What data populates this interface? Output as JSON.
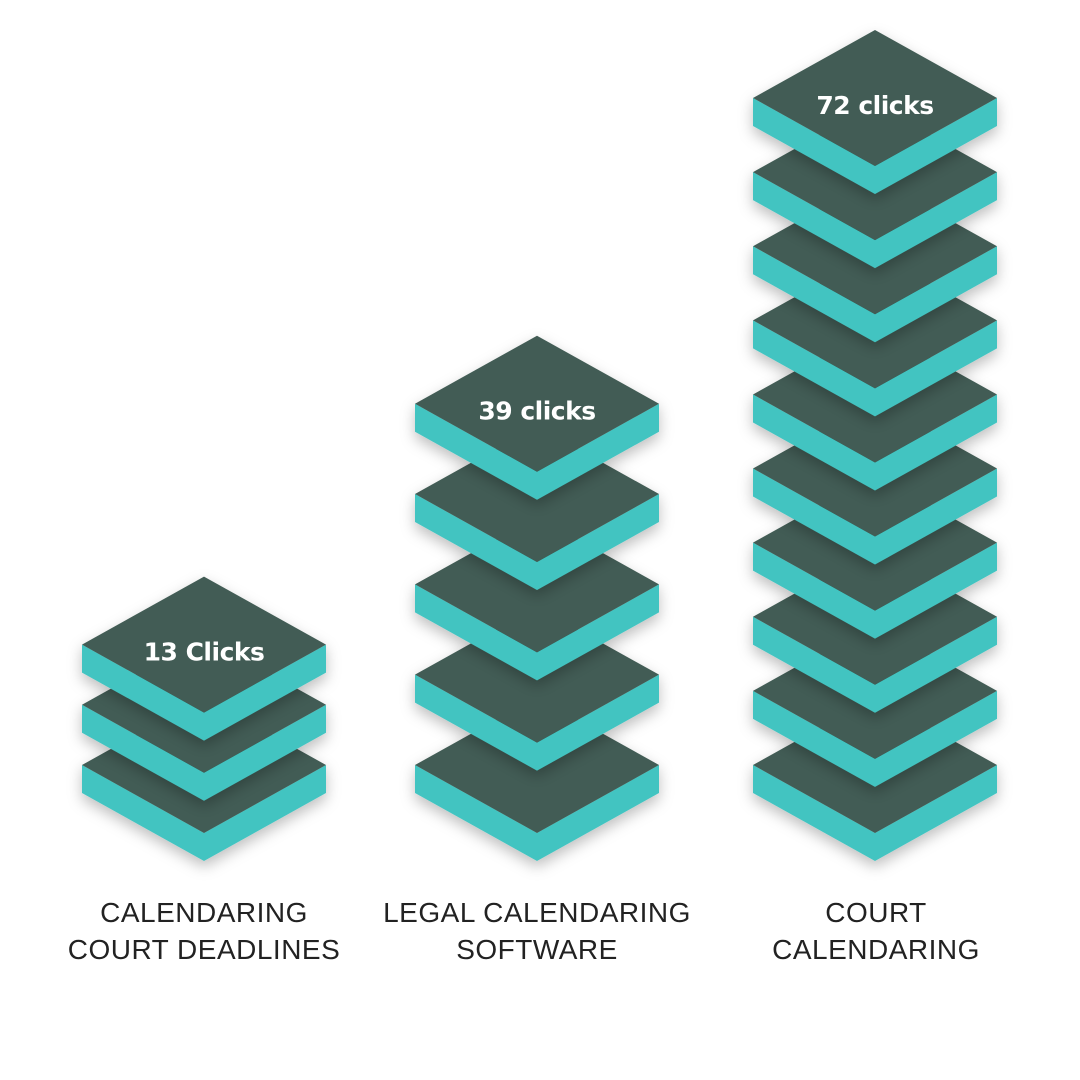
{
  "chart_data": {
    "type": "bar",
    "title": "",
    "categories": [
      [
        "CALENDARING",
        "COURT DEADLINES"
      ],
      [
        "LEGAL CALENDARING",
        "SOFTWARE"
      ],
      [
        "COURT",
        "CALENDARING"
      ]
    ],
    "values": [
      13,
      39,
      72
    ],
    "value_labels": [
      "13 Clicks",
      "39 clicks",
      "72 clicks"
    ],
    "unit": "clicks",
    "encoding": "stacked isometric tiles",
    "colors": {
      "tile_top": "#425c54",
      "tile_side": "#43c4c1",
      "label_text": "#222222",
      "value_text": "#ffffff"
    }
  }
}
